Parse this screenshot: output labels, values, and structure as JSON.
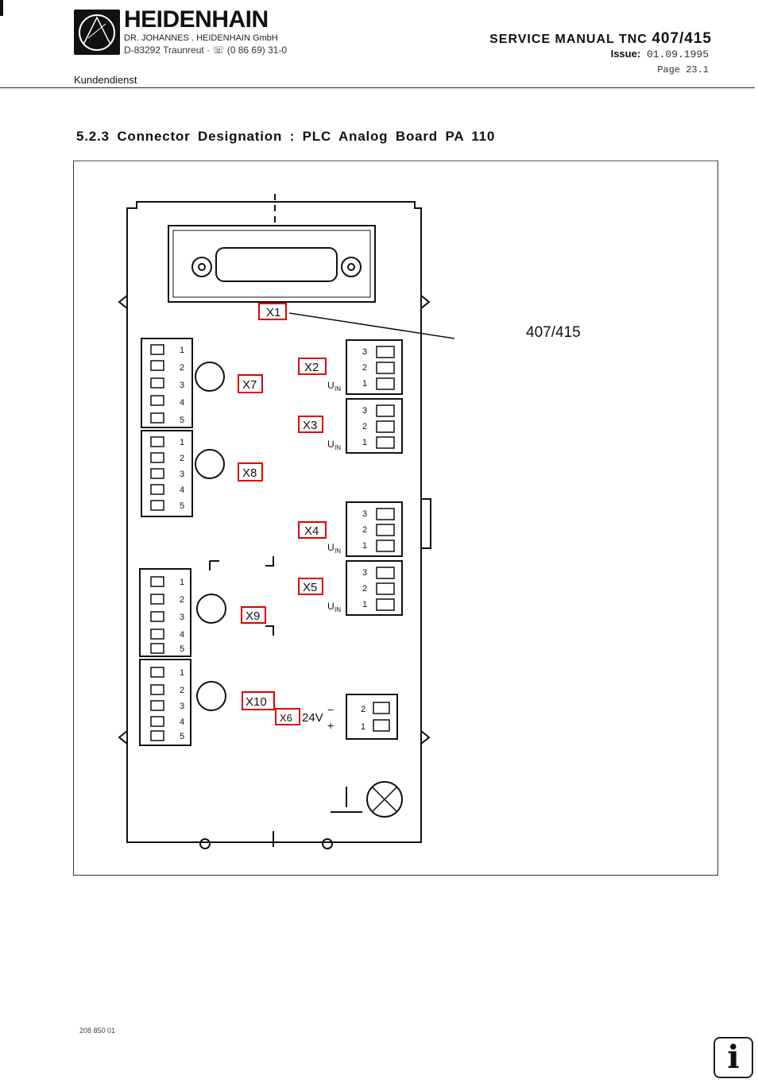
{
  "header": {
    "brand": "HEIDENHAIN",
    "company": "DR. JOHANNES . HEIDENHAIN GmbH",
    "address": "D-83292 Traunreut · ☏ (0 86 69) 31-0",
    "department": "Kundendienst",
    "manual_title": "SERVICE  MANUAL  TNC",
    "manual_model": "407/415",
    "issue_label": "Issue:",
    "issue_date": "01.09.1995",
    "page": "Page  23.1"
  },
  "section": {
    "heading": "5.2.3  Connector  Designation  :  PLC  Analog  Board  PA  110"
  },
  "diagram": {
    "model_label": "407/415",
    "connectors": {
      "x1": "X1",
      "x2": "X2",
      "x3": "X3",
      "x4": "X4",
      "x5": "X5",
      "x6": "X6",
      "x7": "X7",
      "x8": "X8",
      "x9": "X9",
      "x10": "X10"
    },
    "voltage_label": "24V",
    "uin_label": "U",
    "uin_sub": "IN"
  },
  "footer": {
    "doc_code": "208 850 01",
    "info_icon": "info-icon"
  },
  "colors": {
    "highlight": "#e00000",
    "ink": "#111111"
  }
}
